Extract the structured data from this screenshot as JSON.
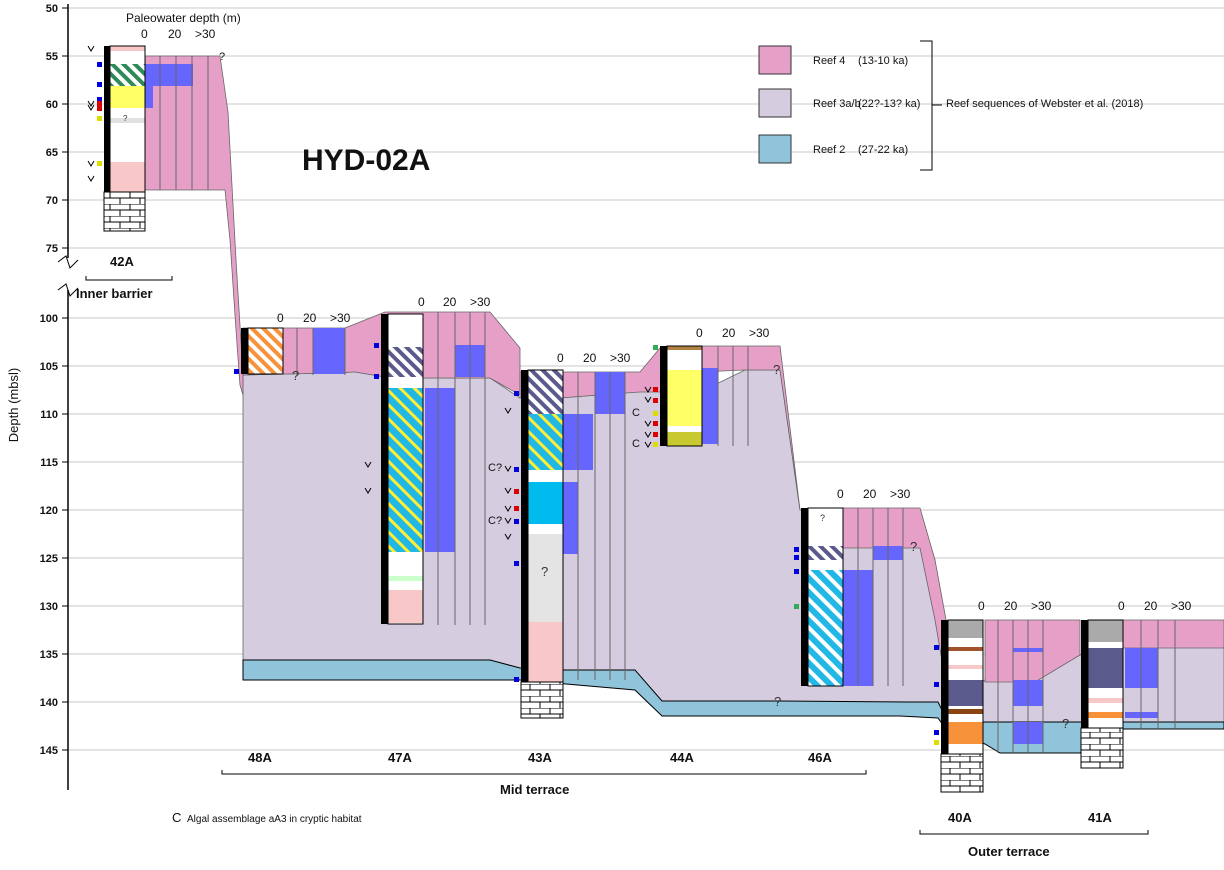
{
  "title": "HYD-02A",
  "y_axis_label": "Depth (mbsl)",
  "paleo_axis_label": "Paleowater depth (m)",
  "paleo_ticks": [
    "0",
    "20",
    ">30"
  ],
  "depth_ticks_upper": [
    "50",
    "55",
    "60",
    "65",
    "70",
    "75"
  ],
  "depth_ticks_lower": [
    "100",
    "105",
    "110",
    "115",
    "120",
    "125",
    "130",
    "135",
    "140",
    "145"
  ],
  "legend": {
    "items": [
      {
        "name": "Reef 4",
        "age": "(13-10 ka)",
        "color": "#e6a0c8"
      },
      {
        "name": "Reef 3a/b",
        "age": "(22?-13? ka)",
        "color": "#d5cce0"
      },
      {
        "name": "Reef 2",
        "age": "(27-22 ka)",
        "color": "#8fc4da"
      }
    ],
    "bracket_text": "Reef sequences of Webster et al. (2018)"
  },
  "cores": [
    "42A",
    "48A",
    "47A",
    "43A",
    "44A",
    "46A",
    "40A",
    "41A"
  ],
  "regions": {
    "inner": "Inner barrier",
    "mid": "Mid terrace",
    "outer": "Outer terrace"
  },
  "note": {
    "symbol": "C",
    "text": "Algal assemblage aA3 in cryptic habitat"
  },
  "question_mark": "?",
  "c_label": "C",
  "cq_label": "C?"
}
